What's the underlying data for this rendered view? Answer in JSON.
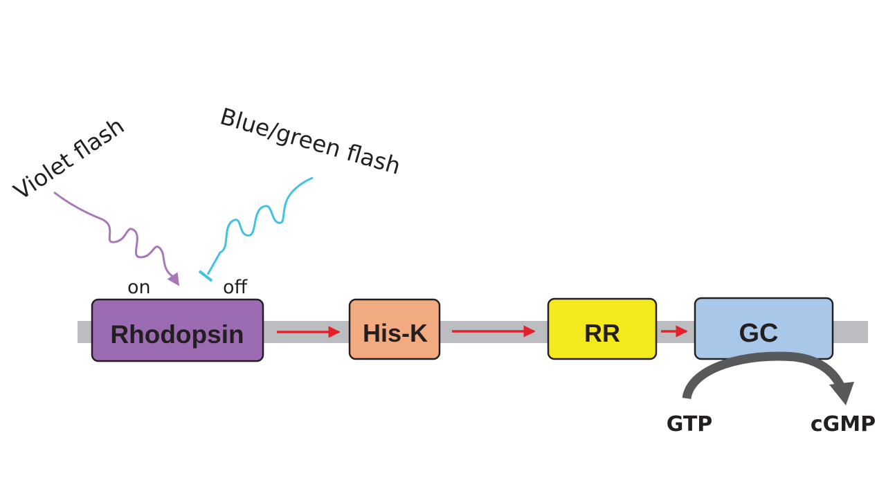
{
  "diagram": {
    "proteins": {
      "rhodopsin": "Rhodopsin",
      "his_k": "His-K",
      "rr": "RR",
      "gc": "GC"
    },
    "light": {
      "violet": "Violet flash",
      "blue_green": "Blue/green flash",
      "on": "on",
      "off": "off"
    },
    "reaction": {
      "substrate": "GTP",
      "product": "cGMP"
    }
  },
  "colors": {
    "membrane": "#bcbdc0",
    "rhodopsin": "#9b6cb2",
    "his_k": "#f2aa80",
    "rr": "#f4e91c",
    "gc": "#a9c8e9",
    "signal_arrow": "#e5202a",
    "violet_wave": "#a678b8",
    "blue_wave": "#3fc3de",
    "reaction_arrow": "#58595b"
  }
}
